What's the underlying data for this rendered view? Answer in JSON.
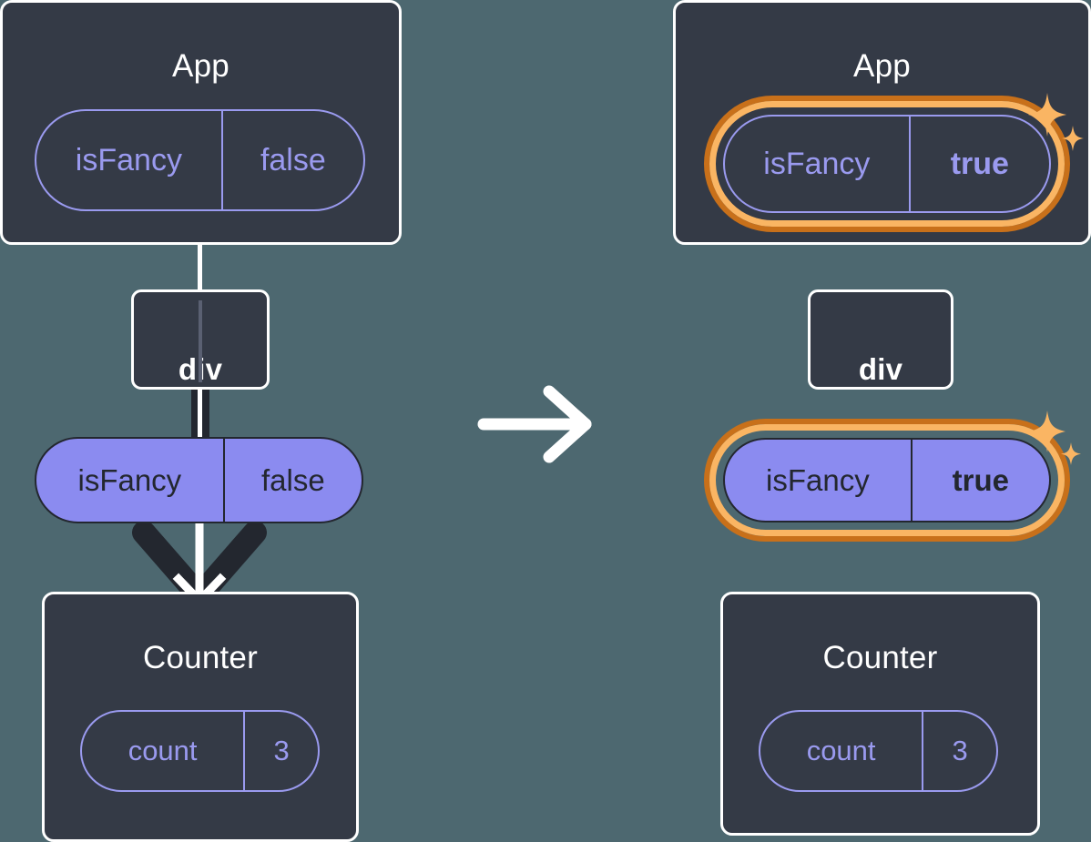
{
  "meta": {
    "background_color": "#4d6870",
    "box_fill": "#343a46",
    "box_border": "#ffffff",
    "pill_purple": "#8b8bf0",
    "pill_outline": "#9a9aef",
    "highlight_outer": "#c8701a",
    "highlight_inner": "#fab563",
    "dark_edge": "#23272f",
    "text_dark": "#23272f"
  },
  "transition": {
    "icon": "arrow-right-icon"
  },
  "before": {
    "app": {
      "title": "App",
      "state_pill": {
        "name": "isFancy",
        "value": "false",
        "highlighted": false,
        "bold_value": false
      }
    },
    "div": {
      "title": "div"
    },
    "prop_pill": {
      "name": "isFancy",
      "value": "false",
      "highlighted": false,
      "bold_value": false
    },
    "counter": {
      "title": "Counter",
      "state_pill": {
        "name": "count",
        "value": "3",
        "highlighted": false,
        "bold_value": false
      }
    }
  },
  "after": {
    "app": {
      "title": "App",
      "state_pill": {
        "name": "isFancy",
        "value": "true",
        "highlighted": true,
        "bold_value": true
      },
      "sparkle_icon": "sparkles-icon"
    },
    "div": {
      "title": "div"
    },
    "prop_pill": {
      "name": "isFancy",
      "value": "true",
      "highlighted": true,
      "bold_value": true
    },
    "prop_sparkle_icon": "sparkles-icon",
    "counter": {
      "title": "Counter",
      "state_pill": {
        "name": "count",
        "value": "3",
        "highlighted": false,
        "bold_value": false
      }
    }
  }
}
